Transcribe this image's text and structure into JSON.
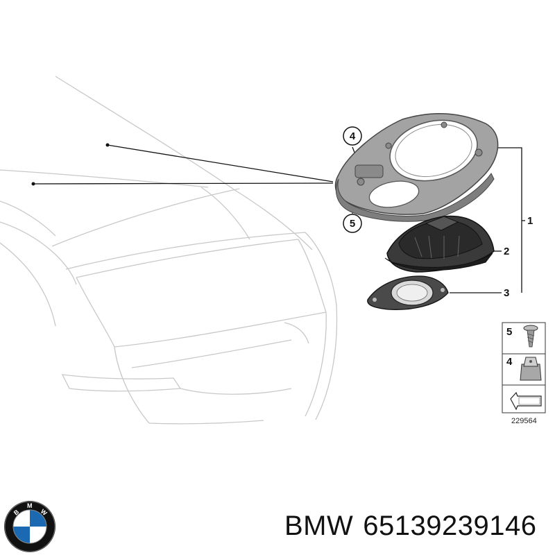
{
  "diagram": {
    "callouts": [
      "1",
      "2",
      "3",
      "4",
      "5"
    ],
    "hardware_panel": {
      "item_5": "5",
      "item_4": "4"
    },
    "diagram_id": "229564"
  },
  "caption": {
    "brand": "BMW",
    "part_number": "65139239146"
  },
  "logo": {
    "letters": [
      "B",
      "M",
      "W"
    ],
    "colors": {
      "blue": "#1c69b3",
      "white": "#ffffff",
      "ring": "#111111"
    }
  }
}
